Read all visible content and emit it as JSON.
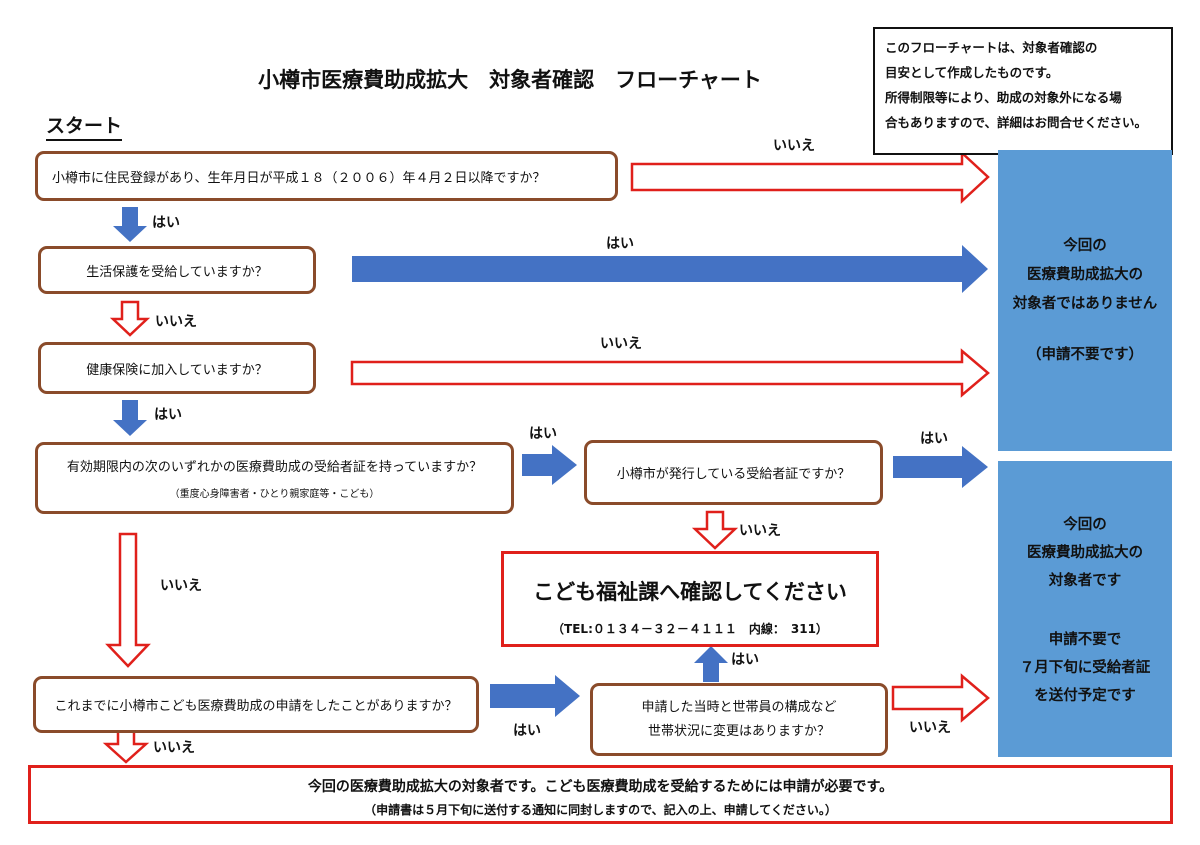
{
  "title": "小樽市医療費助成拡大　対象者確認　フローチャート",
  "start_label": "スタート",
  "note": [
    "このフローチャートは、対象者確認の",
    "目安として作成したものです。",
    "所得制限等により、助成の対象外になる場",
    "合もありますので、詳細はお問合せください。"
  ],
  "questions": {
    "q1": "小樽市に住民登録があり、生年月日が平成１８（２００６）年４月２日以降ですか？",
    "q2": "生活保護を受給していますか？",
    "q3": "健康保険に加入していますか？",
    "q4": "有効期限内の次のいずれかの医療費助成の受給者証を持っていますか？",
    "q4_sub": "（重度心身障害者・ひとり親家庭等・こども）",
    "q5": "小樽市が発行している受給者証ですか？",
    "q6": "これまでに小樽市こども医療費助成の申請をしたことがありますか？",
    "q7_line1": "申請した当時と世帯員の構成など",
    "q7_line2": "世帯状況に変更はありますか？"
  },
  "labels": {
    "yes": "はい",
    "no": "いいえ"
  },
  "contact": {
    "title": "こども福祉課へ確認してください",
    "tel": "（TEL:０１３４－３２－４１１１　内線：　311）"
  },
  "result_not_eligible": {
    "line1": "今回の",
    "line2": "医療費助成拡大の",
    "line3": "対象者ではありません",
    "line4": "（申請不要です）"
  },
  "result_eligible": {
    "line1": "今回の",
    "line2": "医療費助成拡大の",
    "line3": "対象者です",
    "sub1": "申請不要で",
    "sub2": "７月下旬に受給者証",
    "sub3": "を送付予定です"
  },
  "result_apply": {
    "line1": "今回の医療費助成拡大の対象者です。こども医療費助成を受給するためには申請が必要です。",
    "line2": "（申請書は５月下旬に送付する通知に同封しますので、記入の上、申請してください。）"
  },
  "colors": {
    "blue_arrow": "#4472c4",
    "red_outline": "#e0201b",
    "panel_blue": "#5b9bd5",
    "box_border": "#8a4b2a"
  }
}
